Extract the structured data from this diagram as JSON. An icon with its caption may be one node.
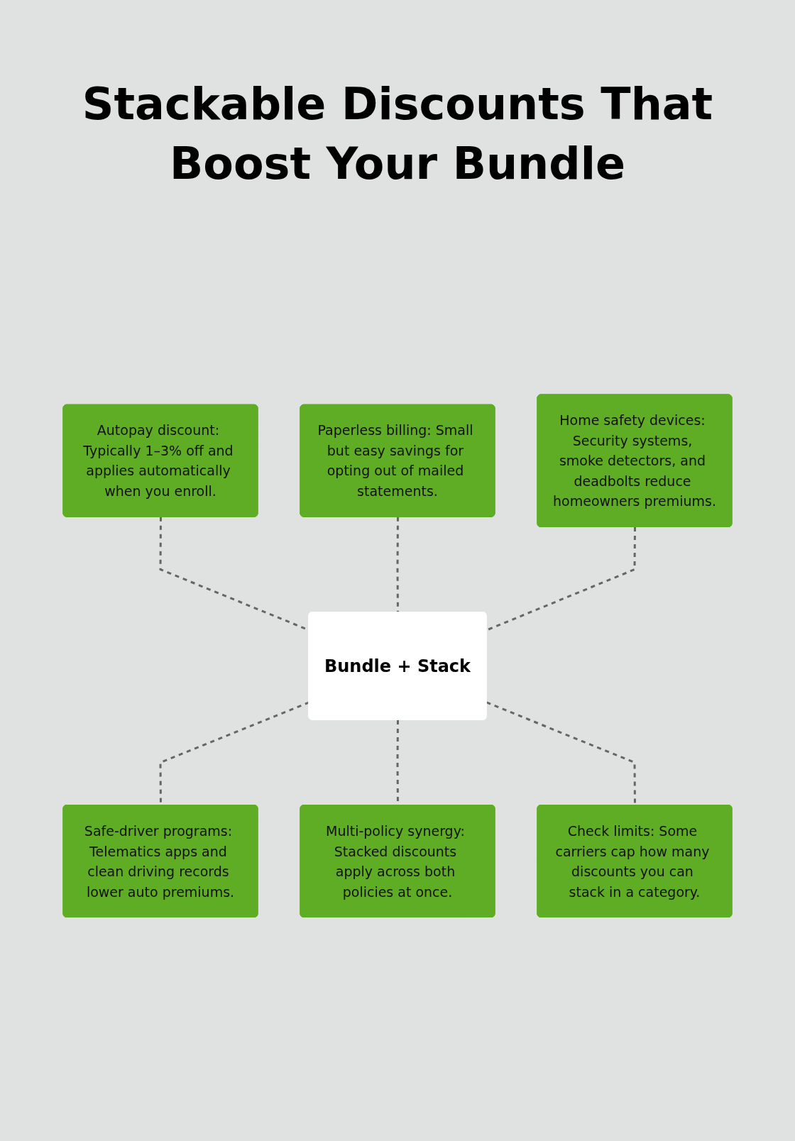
{
  "diagram": {
    "title": "Stackable Discounts That Boost Your Bundle",
    "nodes": [
      {
        "text": [
          "Autopay discount: Typically 1–3% off and applies automatically when you enroll."
        ]
      },
      {
        "text": [
          "Paperless billing: Small but easy savings for opting out of mailed statements."
        ]
      },
      {
        "text": [
          "Home safety devices: Security systems, smoke detectors, and deadbolts reduce homeowners premiums."
        ]
      },
      {
        "text": [
          "Bundle + Stack"
        ]
      },
      {
        "text": [
          "Safe-driver programs: Telematics apps and clean driving records lower auto premiums."
        ]
      },
      {
        "text": [
          "Multi-policy synergy: Stacked discounts apply across both policies at once."
        ]
      },
      {
        "text": [
          "Check limits: Some carriers cap how many discounts you can stack in a category."
        ]
      }
    ],
    "edges": [
      {
        "from": 0,
        "to": 3,
        "arrow": "none",
        "style": "dashed"
      },
      {
        "from": 1,
        "to": 3,
        "arrow": "none",
        "style": "dashed"
      },
      {
        "from": 2,
        "to": 3,
        "arrow": "none",
        "style": "dashed"
      },
      {
        "from": 3,
        "to": 4,
        "arrow": "none",
        "style": "dashed"
      },
      {
        "from": 3,
        "to": 5,
        "arrow": "none",
        "style": "dashed"
      },
      {
        "from": 3,
        "to": 6,
        "arrow": "none",
        "style": "dashed"
      }
    ]
  }
}
